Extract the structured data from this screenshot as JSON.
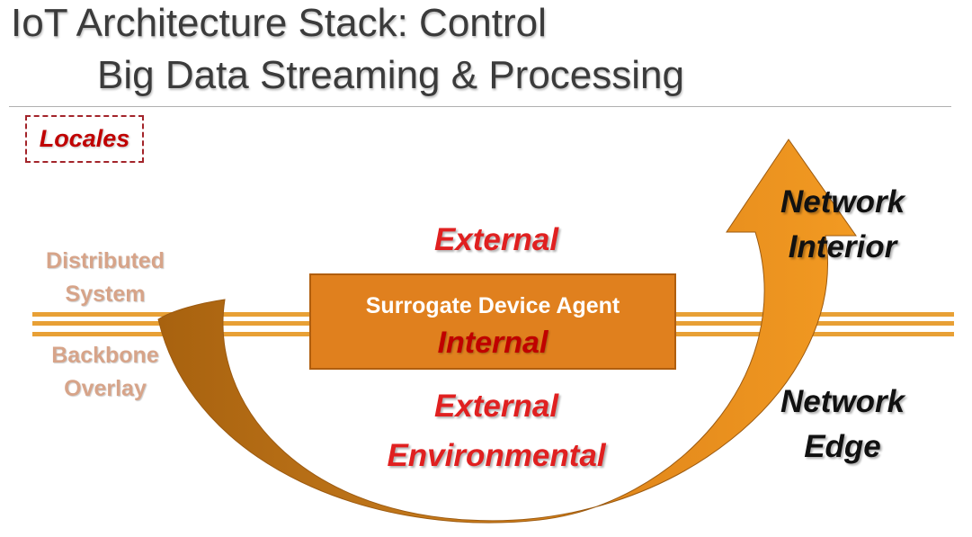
{
  "title": {
    "line1": "IoT Architecture Stack: Control",
    "line2": "Big Data Streaming & Processing"
  },
  "locales": "Locales",
  "left_labels": {
    "distributed_system": "Distributed System",
    "backbone_overlay": "Backbone Overlay"
  },
  "agent": {
    "title": "Surrogate Device Agent",
    "internal": "Internal"
  },
  "regions": {
    "external_top": "External",
    "external_bottom": "External",
    "environmental": "Environmental"
  },
  "network": {
    "interior": "Network Interior",
    "edge": "Network Edge"
  },
  "colors": {
    "arrow_dark": "#b36a14",
    "arrow_light": "#f0961e",
    "band": "#e8a035",
    "agent_fill": "#e0801e",
    "red_text": "#e02020",
    "side_label": "#d7a489"
  }
}
